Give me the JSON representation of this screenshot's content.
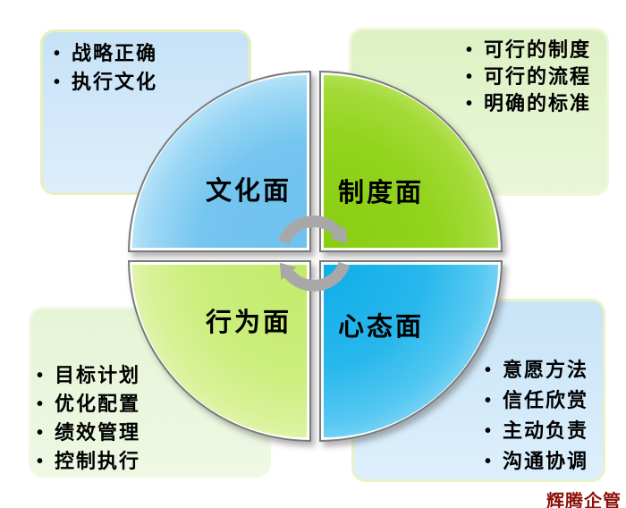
{
  "ui": {
    "bullet_char": "•",
    "watermark": "辉腾企管"
  },
  "quadrants": {
    "culture": {
      "label": "文化面",
      "fill": "#74c5ef"
    },
    "system": {
      "label": "制度面",
      "fill": "#93d41f"
    },
    "behavior": {
      "label": "行为面",
      "fill": "#cbee7c"
    },
    "mindset": {
      "label": "心态面",
      "fill": "#27b7ec"
    }
  },
  "callouts": {
    "culture": {
      "bg": "#cfe7fa",
      "items": [
        "战略正确",
        "执行文化"
      ]
    },
    "system": {
      "bg": "#e4f5d1",
      "items": [
        "可行的制度",
        "可行的流程",
        "明确的标准"
      ]
    },
    "behavior": {
      "bg": "#e9f6da",
      "items": [
        "目标计划",
        "优化配置",
        "绩效管理",
        "控制执行"
      ]
    },
    "mindset": {
      "bg": "#d2e9f9",
      "items": [
        "意愿方法",
        "信任欣赏",
        "主动负责",
        "沟通协调"
      ]
    }
  },
  "center_icon": {
    "name": "cycle-arrows",
    "color": "#a8a8a8"
  },
  "watermark_color": "#8b1008"
}
